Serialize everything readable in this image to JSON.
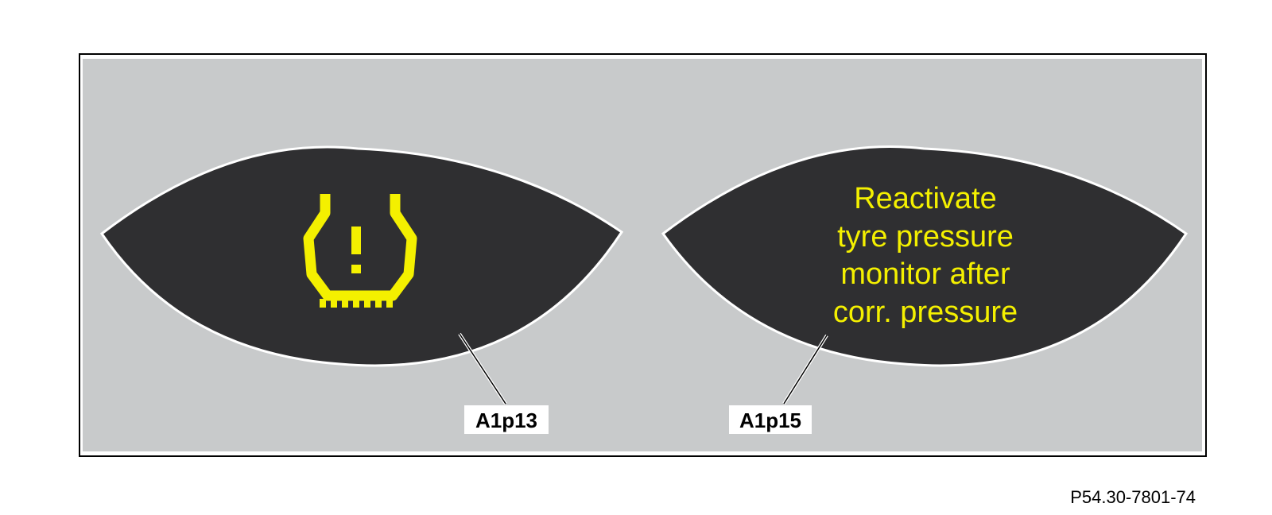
{
  "colors": {
    "panel_background": "#c8cacb",
    "display_fill": "#2f2f31",
    "indicator_yellow": "#f4f000",
    "frame": "#000000",
    "label_background": "#ffffff"
  },
  "left_display": {
    "icon": "tyre-pressure-warning-icon",
    "label": "A1p13"
  },
  "right_display": {
    "message_lines": [
      "Reactivate",
      "tyre pressure",
      "monitor after",
      "corr. pressure"
    ],
    "label": "A1p15"
  },
  "figure_id": "P54.30-7801-74"
}
